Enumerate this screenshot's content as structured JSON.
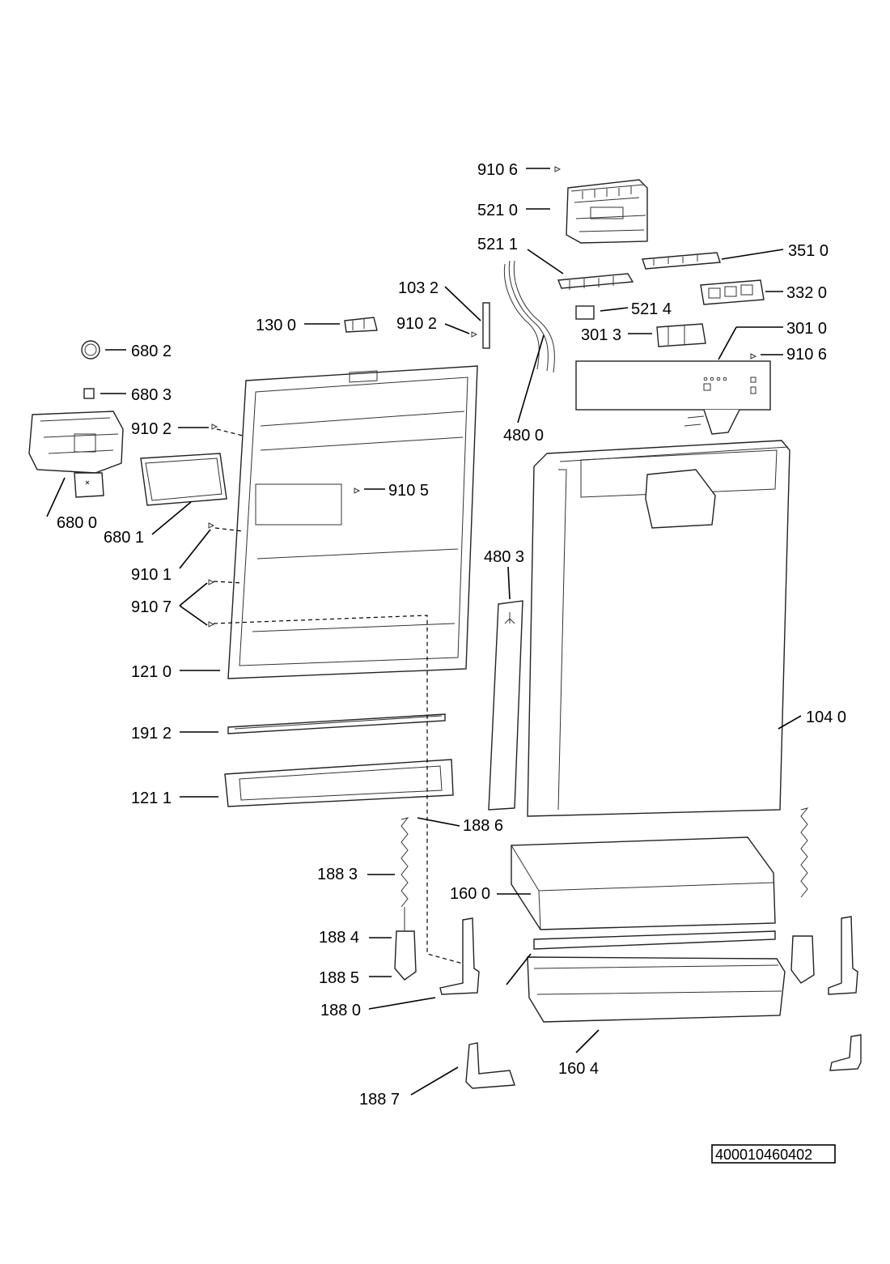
{
  "diagram": {
    "doc_number": "400010460402",
    "labels": {
      "p9106a": "910 6",
      "p5210": "521 0",
      "p5211": "521 1",
      "p3510": "351 0",
      "p1032": "103 2",
      "p3320": "332 0",
      "p1300": "130 0",
      "p9102a": "910 2",
      "p5214": "521 4",
      "p3013": "301 3",
      "p3010": "301 0",
      "p6802": "680 2",
      "p9106b": "910 6",
      "p6803": "680 3",
      "p9102b": "910 2",
      "p4800": "480 0",
      "p9105": "910 5",
      "p6800": "680 0",
      "p6801": "680 1",
      "p4803": "480 3",
      "p9101": "910 1",
      "p9107": "910 7",
      "p1210": "121 0",
      "p1040": "104 0",
      "p1912": "191 2",
      "p1211": "121 1",
      "p1886": "188 6",
      "p1883": "188 3",
      "p1600": "160 0",
      "p1884": "188 4",
      "p1885": "188 5",
      "p1880": "188 0",
      "p1604": "160 4",
      "p1887": "188 7"
    }
  }
}
